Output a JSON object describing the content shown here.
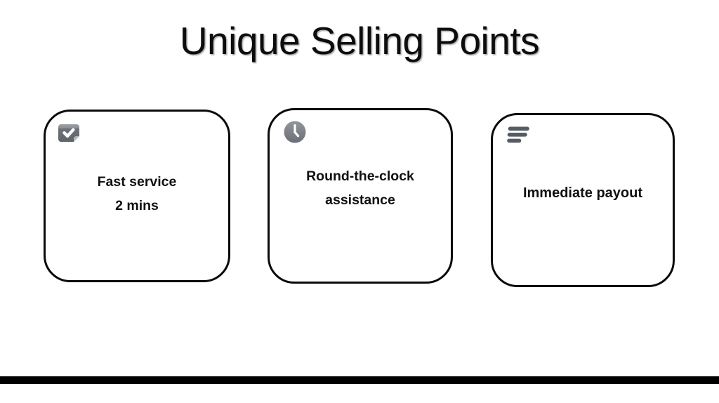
{
  "slide": {
    "title": "Unique Selling Points",
    "background_color": "#ffffff",
    "title_color": "#0d0d0d",
    "accent_bar_color": "#000000",
    "card_border_color": "#0a0a0a",
    "icon_color": "#6b7076"
  },
  "cards": [
    {
      "icon": "checkmark-document-icon",
      "line1": "Fast service",
      "line2": "2 mins"
    },
    {
      "icon": "clock-icon",
      "line1": "Round-the-clock",
      "line2": "assistance"
    },
    {
      "icon": "speed-lines-icon",
      "line1": "Immediate payout",
      "line2": ""
    }
  ]
}
